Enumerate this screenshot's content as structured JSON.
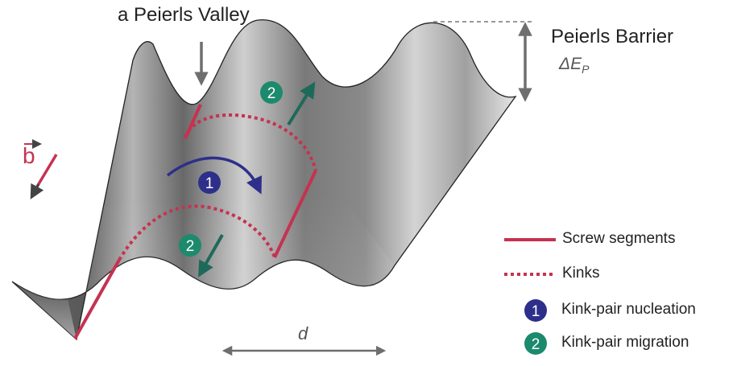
{
  "labels": {
    "valley": "a Peierls Valley",
    "barrier_title": "Peierls Barrier",
    "barrier_symbol": "ΔE",
    "barrier_subscript": "P",
    "burgers": "b",
    "spacing": "d"
  },
  "badges": {
    "nucleation": "1",
    "migration": "2"
  },
  "legend": {
    "screw": "Screw segments",
    "kinks": "Kinks",
    "nucleation": "Kink-pair nucleation",
    "migration": "Kink-pair migration"
  },
  "colors": {
    "line": "#c63250",
    "nucleation": "#2e2f8a",
    "migration": "#1c8a6c",
    "arrow_gray": "#6e6e6e",
    "migration_arrow": "#1e6a5a"
  }
}
